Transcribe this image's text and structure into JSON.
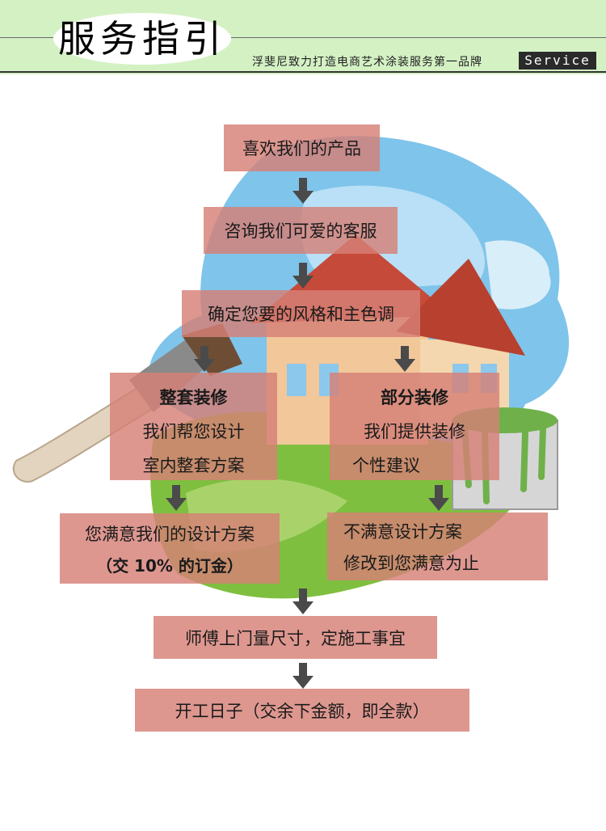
{
  "header": {
    "title": "服务指引",
    "subtitle": "浮斐尼致力打造电商艺术涂装服务第一品牌",
    "badge": "Service"
  },
  "flow": {
    "step1": "喜欢我们的产品",
    "step2": "咨询我们可爱的客服",
    "step3": "确定您要的风格和主色调",
    "left_branch": {
      "title": "整套装修",
      "line1": "我们帮您设计",
      "line2": "室内整套方案"
    },
    "right_branch": {
      "title": "部分装修",
      "line1": "我们提供装修",
      "line2": "个性建议"
    },
    "left_result": {
      "line1": "您满意我们的设计方案",
      "line2": "（交 10% 的订金）"
    },
    "right_result": {
      "line1": "不满意设计方案",
      "line2": "修改到您满意为止"
    },
    "step6": "师傅上门量尺寸，定施工事宜",
    "step7": "开工日子（交余下金额，即全款）"
  },
  "icons": {
    "arrow": "down-arrow-icon",
    "illustration": "house-paintbrush-paintcan-illustration"
  }
}
